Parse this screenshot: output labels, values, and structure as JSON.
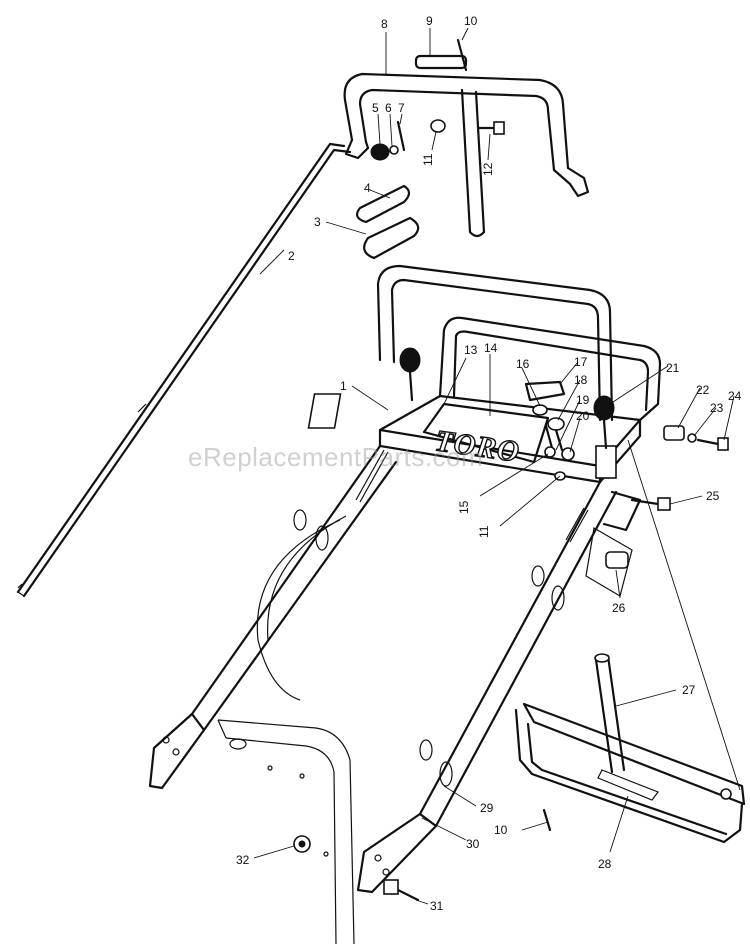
{
  "watermark": "eReplacementParts.com",
  "logo": "TORO",
  "colors": {
    "ink": "#111111",
    "paper": "#ffffff",
    "watermark": "#969696"
  },
  "callouts": [
    "1",
    "2",
    "3",
    "4",
    "5",
    "6",
    "7",
    "8",
    "9",
    "10",
    "11",
    "11",
    "12",
    "13",
    "14",
    "15",
    "16",
    "17",
    "18",
    "19",
    "20",
    "21",
    "22",
    "23",
    "24",
    "25",
    "26",
    "27",
    "28",
    "29",
    "30",
    "10",
    "31",
    "32"
  ]
}
